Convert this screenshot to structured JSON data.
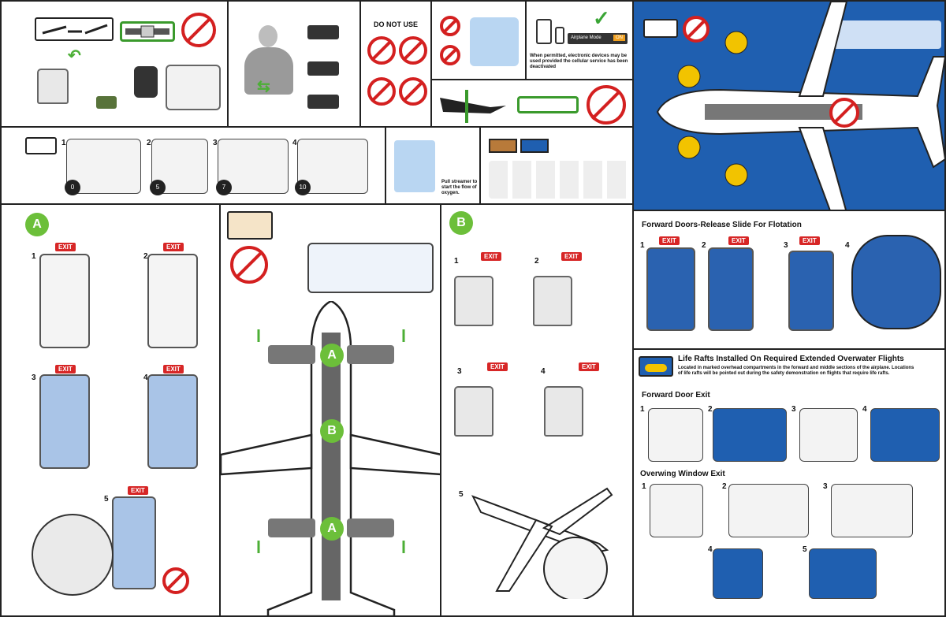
{
  "top_left": {
    "do_not_use_label": "DO NOT USE"
  },
  "phone_panel": {
    "airplane_mode_label": "Airplane Mode",
    "airplane_mode_value": "ON",
    "note": "When permitted, electronic devices may be used provided the cellular service has been deactivated"
  },
  "oxygen": {
    "steps": [
      "1",
      "2",
      "3",
      "4"
    ],
    "step_badges": [
      "0",
      "5",
      "7",
      "10"
    ],
    "streamer_note": "Pull streamer to start the flow of oxygen."
  },
  "section_a": {
    "letter": "A",
    "exit_label": "EXIT",
    "steps": [
      "1",
      "2",
      "3",
      "4",
      "5"
    ]
  },
  "section_b": {
    "letter": "B",
    "exit_label": "EXIT",
    "steps": [
      "1",
      "2",
      "3",
      "4",
      "5"
    ]
  },
  "plane_map": {
    "markers": [
      "A",
      "B",
      "A"
    ]
  },
  "forward_doors": {
    "title": "Forward Doors-Release Slide For Flotation",
    "exit_label": "EXIT",
    "steps": [
      "1",
      "2",
      "3",
      "4"
    ]
  },
  "life_rafts": {
    "title": "Life Rafts Installed On Required Extended Overwater Flights",
    "description": "Located in marked overhead compartments in the forward and middle sections of the airplane. Locations of life rafts will be pointed out during the safety demonstration on flights that require life rafts.",
    "forward_door_exit": "Forward Door Exit",
    "overwing_window_exit": "Overwing Window Exit",
    "forward_steps": [
      "1",
      "2",
      "3",
      "4"
    ],
    "overwing_steps": [
      "1",
      "2",
      "3",
      "4",
      "5"
    ]
  },
  "colors": {
    "accent_green": "#6cbf3a",
    "prohibit_red": "#d42020",
    "exit_red": "#d72626",
    "raft_yellow": "#f2c300",
    "sea_blue": "#1f5fb0"
  }
}
